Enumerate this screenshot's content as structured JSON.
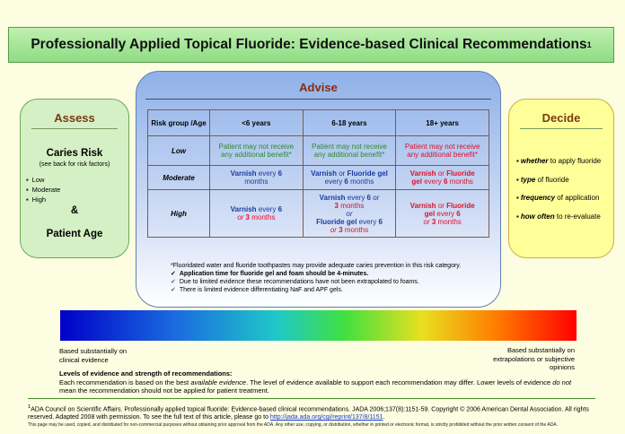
{
  "title": {
    "text": "Professionally Applied Topical Fluoride: Evidence-based Clinical Recommendations",
    "sup": "1"
  },
  "assess": {
    "heading": "Assess",
    "risk_title": "Caries Risk",
    "risk_sub": "(see back for risk factors)",
    "levels": [
      "Low",
      "Moderate",
      "High"
    ],
    "amp": "&",
    "age": "Patient Age"
  },
  "advise": {
    "heading": "Advise",
    "headers": [
      "Risk group /Age",
      "<6 years",
      "6-18 years",
      "18+ years"
    ],
    "rows": {
      "low": {
        "label": "Low",
        "c1": "Patient may not receive any additional benefit*",
        "c2": "Patient may not receive any additional benefit*",
        "c3": "Patient may not receive any additional benefit*"
      },
      "moderate": {
        "label": "Moderate",
        "c1_a": "Varnish",
        "c1_b": " every ",
        "c1_c": "6",
        "c1_d": "months",
        "c2_a": "Varnish",
        "c2_b": " or ",
        "c2_c": "Fluoride gel",
        "c2_d": " every ",
        "c2_e": "6",
        "c2_f": " months",
        "c3_a": "Varnish",
        "c3_b": " or ",
        "c3_c": "Fluoride",
        "c3_d": "gel",
        "c3_e": " every ",
        "c3_f": "6",
        "c3_g": " months"
      },
      "high": {
        "label": "High",
        "c1_a": "Varnish",
        "c1_b": " every ",
        "c1_c": "6",
        "c1_d": "or",
        "c1_e": "3",
        "c1_f": " months",
        "c2_a": "Varnish",
        "c2_b": " every ",
        "c2_c": "6",
        "c2_d": " or",
        "c2_e": "3",
        "c2_f": " months",
        "c2_g": "or",
        "c2_h": "Fluoride gel",
        "c2_i": " every ",
        "c2_j": "6",
        "c2_k": "or",
        "c2_l": "3",
        "c2_m": " months",
        "c3_a": "Varnish",
        "c3_b": " or ",
        "c3_c": "Fluoride",
        "c3_d": "gel",
        "c3_e": " every ",
        "c3_f": "6",
        "c3_g": "or",
        "c3_h": "3",
        "c3_i": " months"
      }
    },
    "notes": {
      "star": "*Fluoridated water and fluoride toothpastes may provide adequate caries prevention in this risk category.",
      "checks": [
        "Application time for fluoride gel and foam should be 4-minutes.",
        "Due to limited evidence these recommendations have not been extrapolated to foams.",
        "There is limited evidence differentiating NaF and APF gels."
      ]
    }
  },
  "decide": {
    "heading": "Decide",
    "items": [
      {
        "em": "whether",
        "rest": " to apply fluoride"
      },
      {
        "em": "type",
        "rest": " of fluoride"
      },
      {
        "em": "frequency",
        "rest": " of application"
      },
      {
        "em": "how often",
        "rest": " to re-evaluate"
      }
    ]
  },
  "evidence": {
    "left": [
      "Based substantially on",
      "clinical evidence"
    ],
    "right": [
      "Based substantially on",
      "extrapolations or subjective",
      "opinions"
    ],
    "levels_heading": "Levels of evidence and strength of recommendations:",
    "levels_text_1": "Each recommendation is based on the best ",
    "levels_text_em": "available evidence",
    "levels_text_2": ".  The level of evidence available to support each recommendation may differ.  Lower levels of evidence ",
    "levels_text_em2": "do not",
    "levels_text_3": " mean the recommendation should not be applied for patient treatment."
  },
  "footnote": {
    "sup": "1",
    "text": "ADA Council on Scientific Affairs. Professionally applied topical fluoride: Evidence-based clinical recommendations. JADA 2006;137(8):1151-59. Copyright © 2006 American Dental Association. All rights reserved. Adapted 2008 with permission. To see the full text of this article, please go to ",
    "link": "http://jada.ada.org/cgi/reprint/137/8/1151",
    "end": "."
  },
  "smallprint": "This page may be used, copied, and distributed for non-commercial purposes without obtaining prior approval from the ADA. Any other use, copying, or distribution, whether in printed or electronic format, is strictly prohibited without the prior written consent of the ADA."
}
